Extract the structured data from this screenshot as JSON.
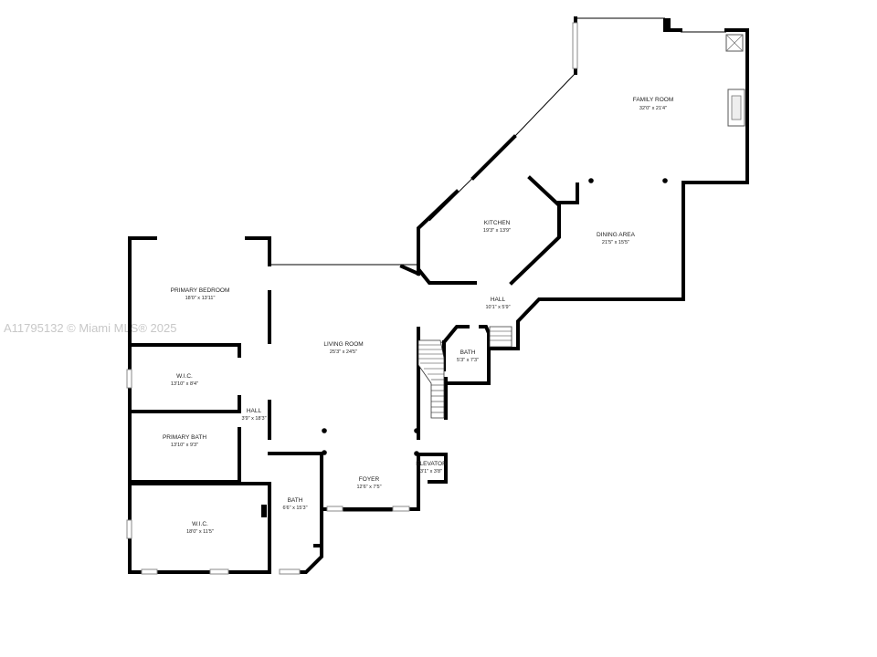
{
  "watermark": "A11795132 © Miami MLS® 2025",
  "rooms": {
    "family_room": {
      "name": "FAMILY ROOM",
      "dim": "32'0\" x 21'4\""
    },
    "kitchen": {
      "name": "KITCHEN",
      "dim": "19'3\" x 13'9\""
    },
    "dining_area": {
      "name": "DINING AREA",
      "dim": "21'5\" x 15'5\""
    },
    "hall_upper": {
      "name": "HALL",
      "dim": "10'1\" x 5'9\""
    },
    "bath_upper": {
      "name": "BATH",
      "dim": "5'3\" x 7'3\""
    },
    "primary_bedroom": {
      "name": "PRIMARY BEDROOM",
      "dim": "18'0\" x 13'11\""
    },
    "living_room": {
      "name": "LIVING ROOM",
      "dim": "25'3\" x 24'5\""
    },
    "wic_upper": {
      "name": "W.I.C.",
      "dim": "13'10\" x 8'4\""
    },
    "hall_left": {
      "name": "HALL",
      "dim": "3'9\" x 18'3\""
    },
    "primary_bath": {
      "name": "PRIMARY BATH",
      "dim": "13'10\" x 9'3\""
    },
    "elevator": {
      "name": "ELEVATOR",
      "dim": "3'1\" x 3'8\""
    },
    "foyer": {
      "name": "FOYER",
      "dim": "12'6\" x 7'5\""
    },
    "bath_lower": {
      "name": "BATH",
      "dim": "6'6\" x 15'3\""
    },
    "wic_lower": {
      "name": "W.I.C.",
      "dim": "18'0\" x 11'5\""
    }
  }
}
